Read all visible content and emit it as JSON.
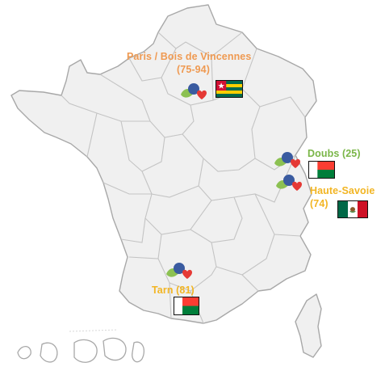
{
  "colors": {
    "orange": "#ef9a52",
    "green": "#7ab648",
    "yellow": "#f2b523",
    "land": "#f0f0f0",
    "border": "#c8c8c8",
    "outline": "#a8a8a8"
  },
  "markers": [
    {
      "id": "paris",
      "name_line1": "Paris / Bois de Vincennes",
      "name_line2": "(75-94)",
      "color": "orange",
      "flag": "togo"
    },
    {
      "id": "doubs",
      "name_line1": "Doubs (25)",
      "color": "green",
      "flag": "madagascar"
    },
    {
      "id": "haute-savoie",
      "name_line1": "Haute-Savoie",
      "name_line2": "(74)",
      "color": "yellow",
      "flag": "mexico"
    },
    {
      "id": "tarn",
      "name_line1": "Tarn (81)",
      "color": "yellow",
      "flag": "madagascar"
    }
  ],
  "icons": {
    "marker": "leaf-berry-heart-icon",
    "flags": [
      "togo-flag-icon",
      "madagascar-flag-icon",
      "mexico-flag-icon"
    ]
  }
}
